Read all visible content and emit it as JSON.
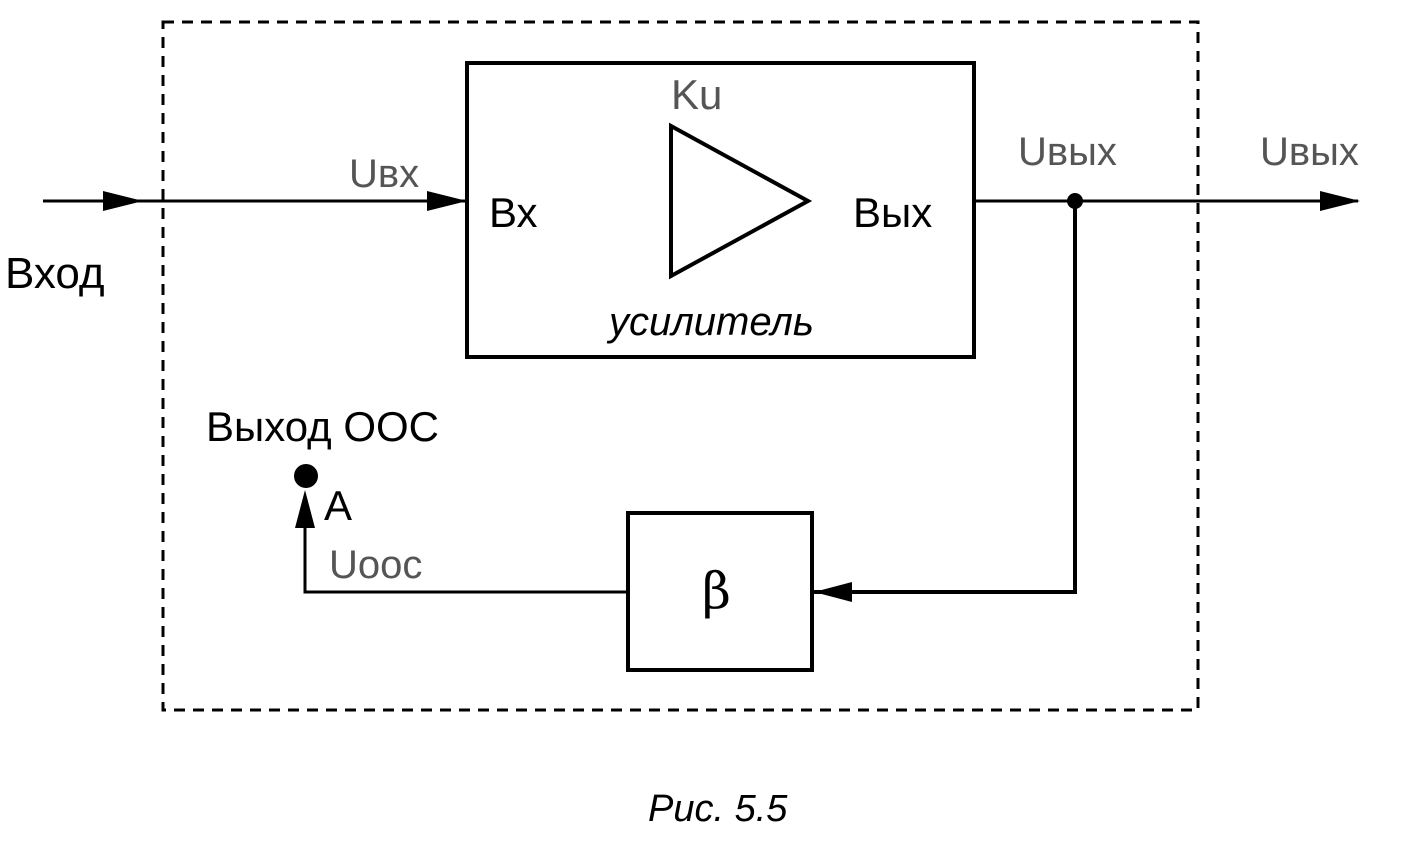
{
  "labels": {
    "input": "Вход",
    "u_in": "Uвх",
    "amp_gain": "Ku",
    "amp_in": "Вх",
    "amp_out": "Вых",
    "amp_name": "усилитель",
    "u_out_node": "Uвых",
    "u_out": "Uвых",
    "feedback_output": "Выход ООС",
    "point_a": "A",
    "u_fb": "Uоос",
    "beta": "β"
  },
  "caption": "Рис. 5.5",
  "colors": {
    "line": "#000000",
    "signal_label": "#555555"
  }
}
